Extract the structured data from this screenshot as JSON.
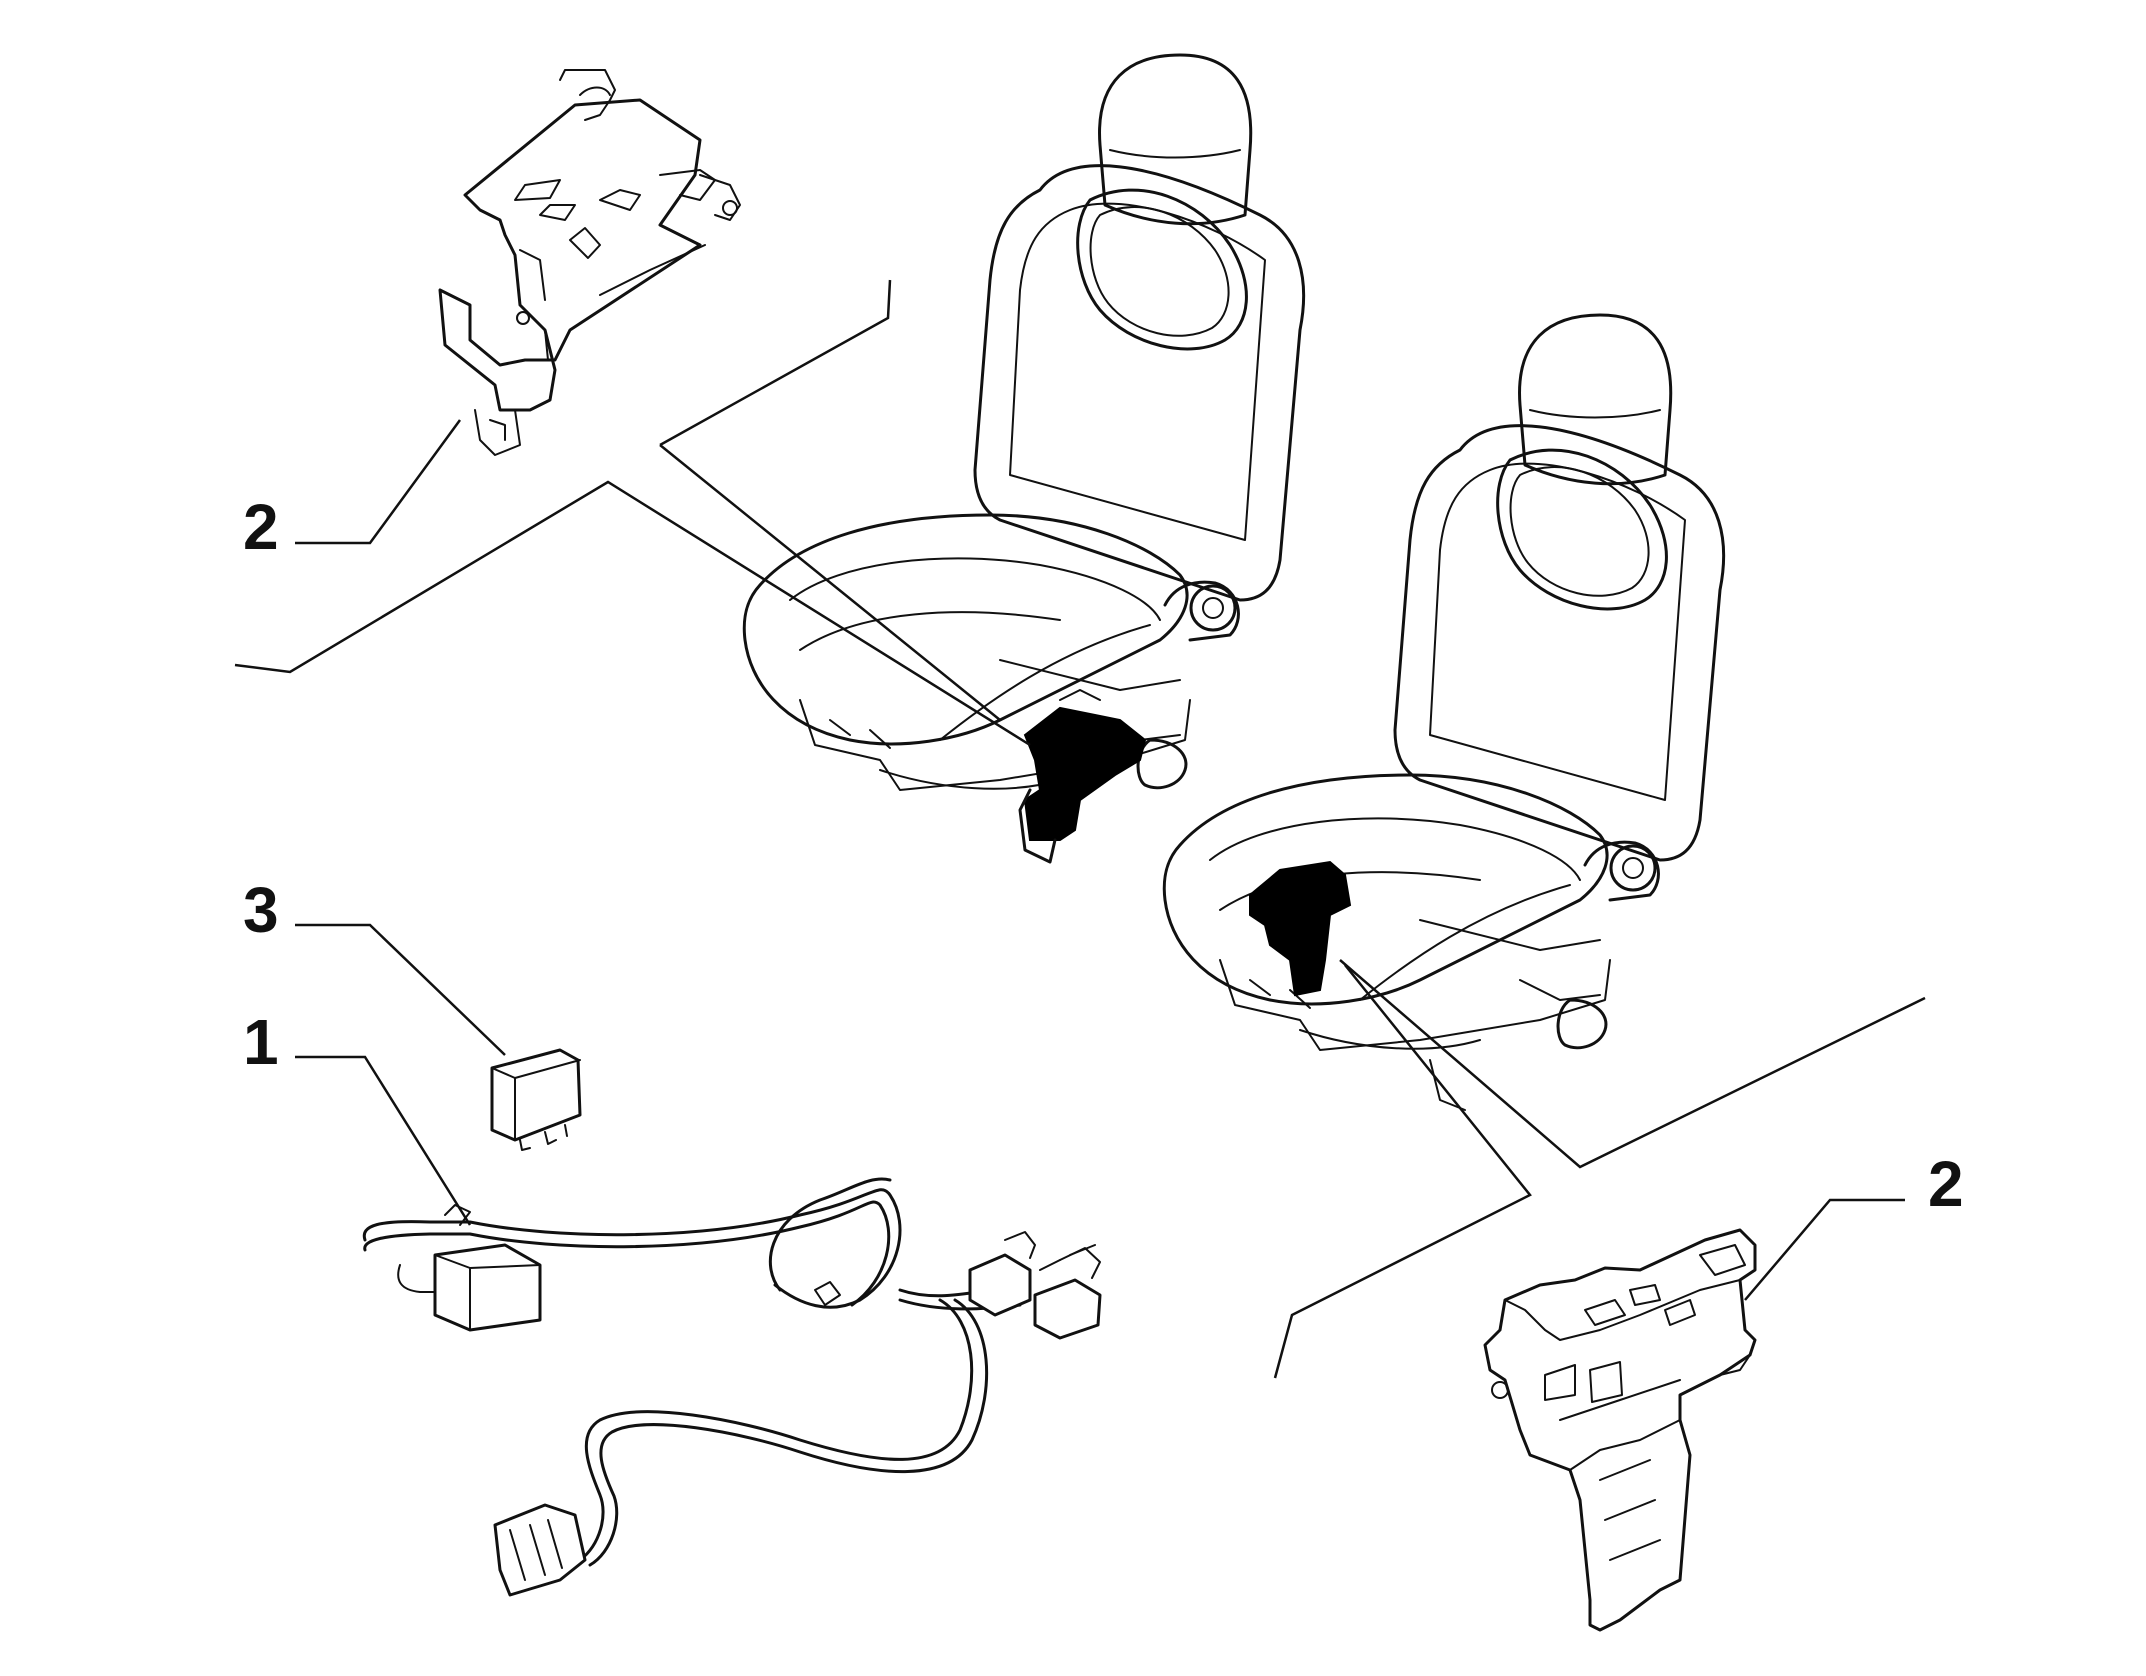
{
  "callouts": {
    "bracket_left": "2",
    "bracket_right": "2",
    "relay": "3",
    "harness": "1"
  },
  "colors": {
    "line": "#111111",
    "background": "#ffffff"
  }
}
